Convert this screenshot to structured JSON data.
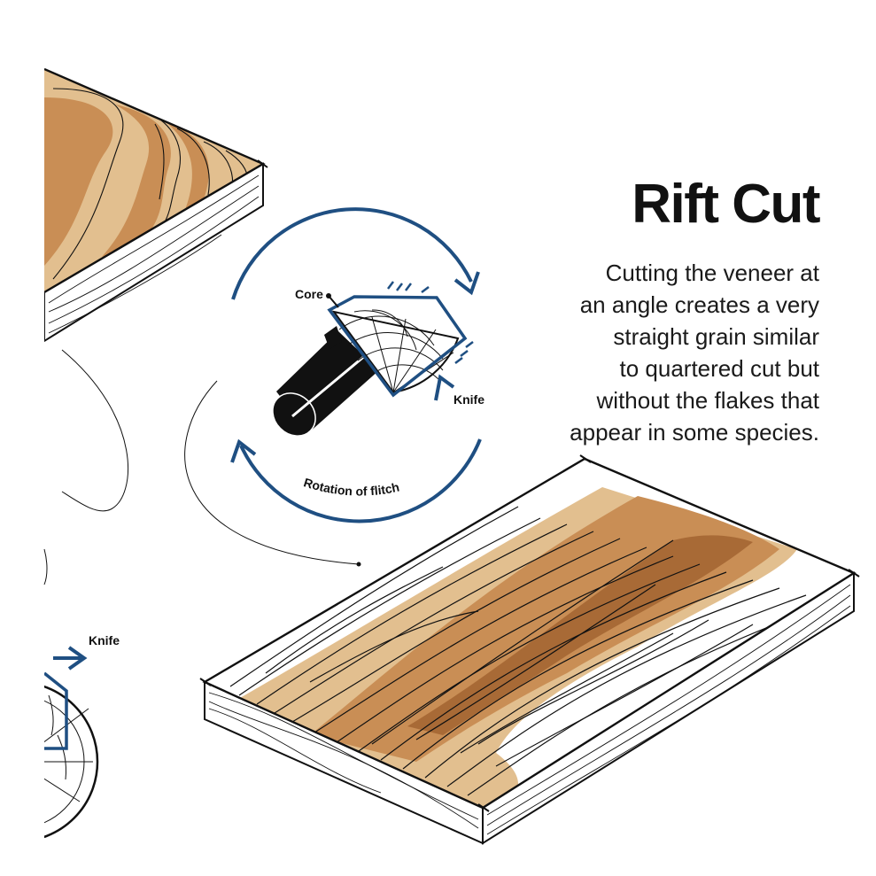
{
  "heading": "Rift Cut",
  "description_lines": [
    "Cutting the veneer at",
    "an angle creates a very",
    "straight grain similar",
    "to quartered cut but",
    "without the flakes that",
    "appear in some species."
  ],
  "labels": {
    "core": "Core",
    "knife": "Knife",
    "rotation": "Rotation of flitch",
    "knife_left": "Knife"
  },
  "colors": {
    "accent_blue": "#1f4f82",
    "wood_light": "#e2bf8f",
    "wood_mid": "#c98e55",
    "wood_dark": "#a86a36",
    "ink": "#111111"
  }
}
